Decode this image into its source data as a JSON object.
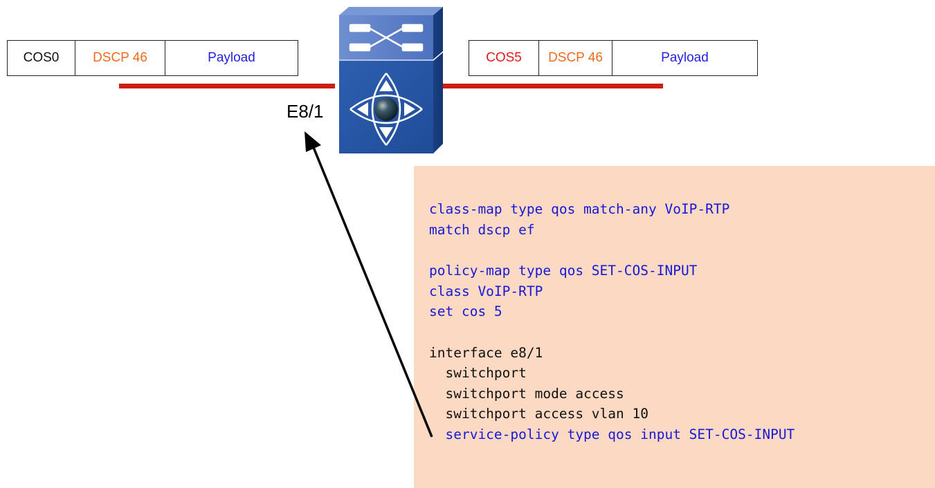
{
  "ingress_frame": {
    "cos": "COS0",
    "dscp": "DSCP 46",
    "payload": "Payload"
  },
  "egress_frame": {
    "cos": "COS5",
    "dscp": "DSCP 46",
    "payload": "Payload"
  },
  "port_label": "E8/1",
  "colors": {
    "cos_ingress": "#111111",
    "cos_egress": "#e01b1b",
    "dscp": "#f06a1e",
    "payload": "#2222dd",
    "wire": "#cc1f16",
    "config_bg": "#fcd9c2",
    "config_blue": "#1818d8"
  },
  "config": {
    "class_map": {
      "line1": "class-map type qos match-any VoIP-RTP",
      "line2": "match dscp ef"
    },
    "policy_map": {
      "line1": "policy-map type qos SET-COS-INPUT",
      "line2": "class VoIP-RTP",
      "line3": "set cos 5"
    },
    "interface": {
      "line1": "interface e8/1",
      "line2": "  switchport",
      "line3": "  switchport mode access",
      "line4": "  switchport access vlan 10",
      "line5": "  service-policy type qos input SET-COS-INPUT"
    }
  }
}
